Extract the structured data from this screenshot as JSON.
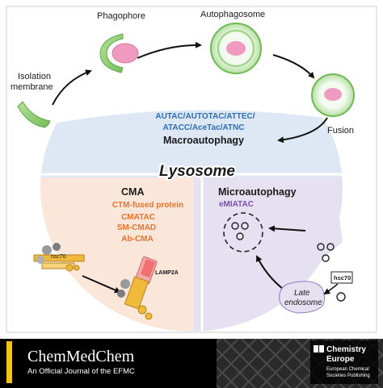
{
  "diagram": {
    "labels": {
      "phagophore": "Phagophore",
      "autophagosome": "Autophagosome",
      "isolation_membrane_1": "Isolation",
      "isolation_membrane_2": "membrane",
      "fusion": "Fusion",
      "lysosome": "Lysosome",
      "late_endosome_1": "Late",
      "late_endosome_2": "endosome"
    },
    "macroautophagy": {
      "title": "Macroautophagy",
      "strategies_line1": "AUTAC/AUTOTAC/ATTEC/",
      "strategies_line2": "ATACC/AceTac/ATNC"
    },
    "cma": {
      "title": "CMA",
      "strategies": [
        "CTM-fused protein",
        "CMATAC",
        "SM-CMAD",
        "Ab-CMA"
      ],
      "hsc70_label": "hsc70",
      "lamp2a_label": "LAMP2A"
    },
    "microautophagy": {
      "title": "Microautophagy",
      "strategy": "eMIATAC",
      "hsc70_label": "hsc70"
    },
    "colors": {
      "macro_text": "#2f6db5",
      "cma_text": "#e8742c",
      "micro_text": "#7b4fb0",
      "lysosome_fill": "#dde8f4",
      "cma_fill": "#fbe6da",
      "micro_fill": "#e6e1f1",
      "vesicle_green": "#8ccf6e",
      "cargo_pink": "#ef9bbf"
    }
  },
  "footer": {
    "journal_name": "ChemMedChem",
    "journal_tagline": "An Official Journal of the EFMC",
    "publisher_name_1": "Chemistry",
    "publisher_name_2": "Europe",
    "publisher_sub_1": "European Chemical",
    "publisher_sub_2": "Societies Publishing"
  }
}
